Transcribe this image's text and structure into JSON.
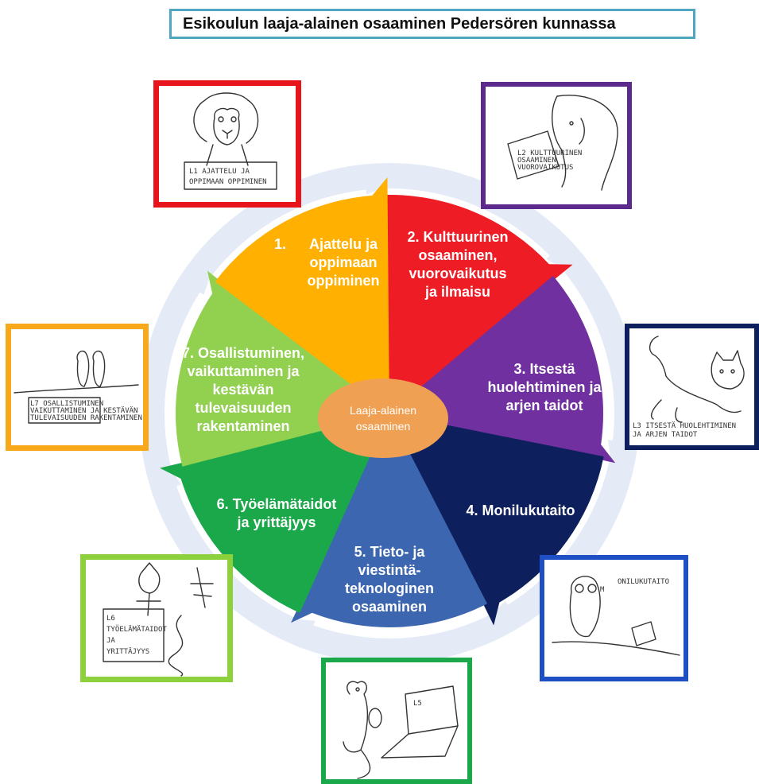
{
  "title": "Esikoulun laaja-alainen osaaminen Pedersören kunnassa",
  "center_label": [
    "Laaja-alainen",
    "osaaminen"
  ],
  "colors": {
    "title_border": "#4ea6c2",
    "ring": "#e4ebf7",
    "center": "#f0a053"
  },
  "segments": [
    {
      "number": "1.",
      "lines": [
        "Ajattelu ja",
        "oppimaan",
        "oppiminen"
      ],
      "color": "#ee1c24"
    },
    {
      "number": "2.",
      "lines": [
        "2. Kulttuurinen",
        "osaaminen,",
        "vuorovaikutus",
        "ja ilmaisu"
      ],
      "color": "#7030a0"
    },
    {
      "number": "3.",
      "lines": [
        "3. Itsestä",
        "huolehtiminen ja",
        "arjen taidot"
      ],
      "color": "#0d1f5c"
    },
    {
      "number": "4.",
      "lines": [
        "4. Monilukutaito"
      ],
      "color": "#3d66b0"
    },
    {
      "number": "5.",
      "lines": [
        "5. Tieto- ja",
        "viestintä-",
        "teknologinen",
        "osaaminen"
      ],
      "color": "#1aa84a"
    },
    {
      "number": "6.",
      "lines": [
        "6. Työelämätaidot",
        "ja yrittäjyys"
      ],
      "color": "#92d050"
    },
    {
      "number": "7.",
      "lines": [
        "7. Osallistuminen,",
        "vaikuttaminen ja",
        "kestävän",
        "tulevaisuuden",
        "rakentaminen"
      ],
      "color": "#ffb000"
    }
  ],
  "pictures": [
    {
      "name": "lion",
      "sign": [
        "L1 AJATTELU JA",
        "OPPIMAAN OPPIMINEN"
      ],
      "border": "#e8141c"
    },
    {
      "name": "elephant",
      "sign": [
        "L2 KULTTUURINEN",
        "OSAAMINEN",
        "VUOROVAIKUTUS"
      ],
      "border": "#5c2a8c"
    },
    {
      "name": "cat",
      "sign": [
        "L3 ITSESTÄ HUOLEHTIMINEN",
        "JA ARJEN TAIDOT"
      ],
      "border": "#0d1f5c"
    },
    {
      "name": "owl",
      "sign": [
        "M",
        "ONILUKUTAITO"
      ],
      "border": "#1f4fc4"
    },
    {
      "name": "mouse-laptop",
      "sign": [
        "L5"
      ],
      "border": "#1aa84a"
    },
    {
      "name": "gnome-path",
      "sign": [
        "L6",
        "TYÖELÄMÄTAIDOT",
        "JA",
        "YRITTÄJYYS"
      ],
      "border": "#8cd13c"
    },
    {
      "name": "birds",
      "sign": [
        "L7 OSALLISTUMINEN",
        "VAIKUTTAMINEN JA KESTÄVÄN",
        "TULEVAISUUDEN RAKENTAMINEN"
      ],
      "border": "#f7a81b"
    }
  ]
}
